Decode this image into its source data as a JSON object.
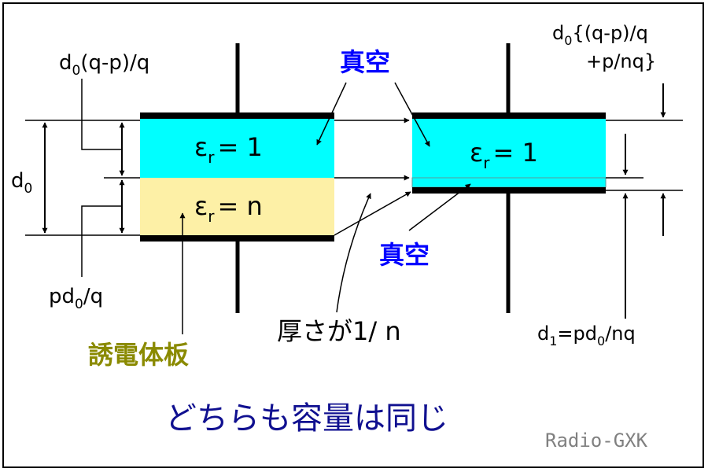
{
  "labels": {
    "left_top_thickness": "d",
    "left_top_thickness_sub": "0",
    "left_top_thickness_rest": "(q-p)/q",
    "d0": "d",
    "d0_sub": "0",
    "pd0q_a": "pd",
    "pd0q_sub": "0",
    "pd0q_b": "/q",
    "vacuum_top": "真空",
    "vacuum_bottom": "真空",
    "eps_top_left_a": "ε",
    "eps_top_left_sub": "r",
    "eps_top_left_b": "= 1",
    "eps_bottom_left_a": "ε",
    "eps_bottom_left_sub": "r",
    "eps_bottom_left_b": "= n",
    "eps_right_a": "ε",
    "eps_right_sub": "r",
    "eps_right_b": "= 1",
    "dielectric_plate": "誘電体板",
    "thickness_1n": "厚さが1/ n",
    "right_top_line1_a": "d",
    "right_top_line1_sub": "0",
    "right_top_line1_b": "{(q-p)/q",
    "right_top_line2": "+p/nq}",
    "d1_a": "d",
    "d1_sub": "1",
    "d1_b": "=pd",
    "d1_sub2": "0",
    "d1_c": "/nq",
    "conclusion": "どちらも容量は同じ",
    "credit": "Radio-GXK"
  },
  "colors": {
    "vacuum": "#00ffff",
    "dielectric": "#fdf0a6",
    "blue_text": "#0000ff",
    "olive_text": "#8a8a00",
    "navy_text": "#101090",
    "credit_text": "#808080"
  }
}
